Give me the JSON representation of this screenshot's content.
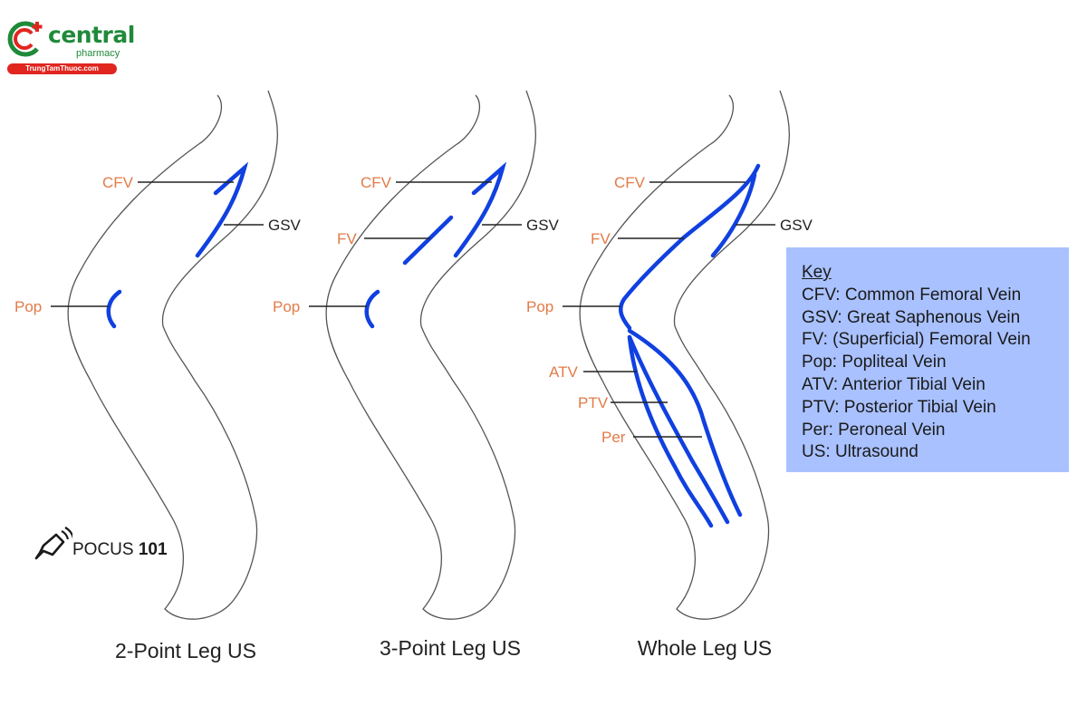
{
  "logo": {
    "word": "central",
    "sub": "pharmacy",
    "site": "TrungTamThuoc.com"
  },
  "watermark": {
    "prefix": "POCUS",
    "number": "101"
  },
  "panels": [
    {
      "caption": "2-Point Leg US",
      "labels": [
        "CFV",
        "GSV",
        "Pop"
      ]
    },
    {
      "caption": "3-Point Leg US",
      "labels": [
        "CFV",
        "FV",
        "GSV",
        "Pop"
      ]
    },
    {
      "caption": "Whole Leg US",
      "labels": [
        "CFV",
        "FV",
        "GSV",
        "Pop",
        "ATV",
        "PTV",
        "Per"
      ]
    }
  ],
  "key": {
    "title": "Key",
    "entries": [
      "CFV: Common Femoral Vein",
      "GSV: Great Saphenous Vein",
      "FV: (Superficial) Femoral Vein",
      "Pop: Popliteal Vein",
      "ATV: Anterior Tibial Vein",
      "PTV: Posterior Tibial Vein",
      "Per: Peroneal Vein",
      "US: Ultrasound"
    ]
  },
  "colors": {
    "vein": "#1040e0",
    "label_orange": "#e27b48",
    "key_bg": "#a9c1ff",
    "outline": "#555555"
  }
}
